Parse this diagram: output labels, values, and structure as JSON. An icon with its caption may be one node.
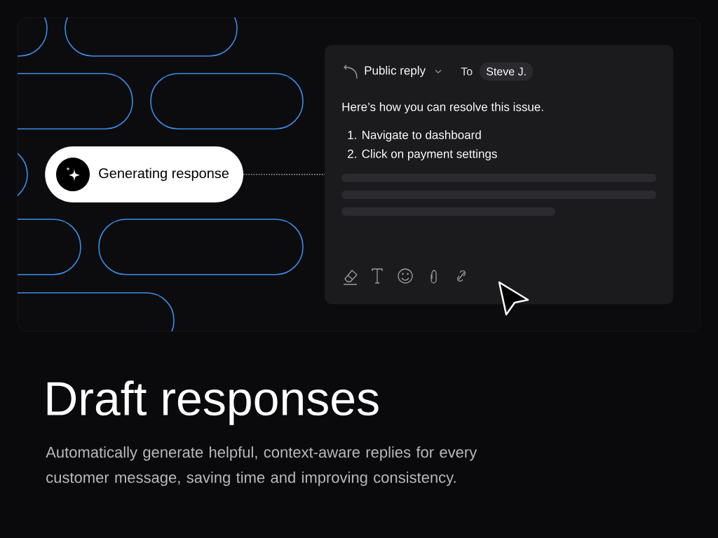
{
  "diagram": {
    "title": "Draft responses",
    "caption": "Automatically generate helpful, context-aware replies for every customer message, saving time and improving consistency.",
    "nodes": [
      {
        "text": [
          "Generating response"
        ]
      },
      {
        "text": [
          "Public reply",
          "To",
          "Here’s how you can resolve this issue.",
          "1. Navigate to dashboard",
          "2. Click on payment settings"
        ]
      },
      {
        "text": [
          "Steve J."
        ],
        "in": 1
      }
    ],
    "edges": [
      {
        "from": 0,
        "to": 1,
        "arrow": "none",
        "style": "dashed"
      }
    ]
  }
}
